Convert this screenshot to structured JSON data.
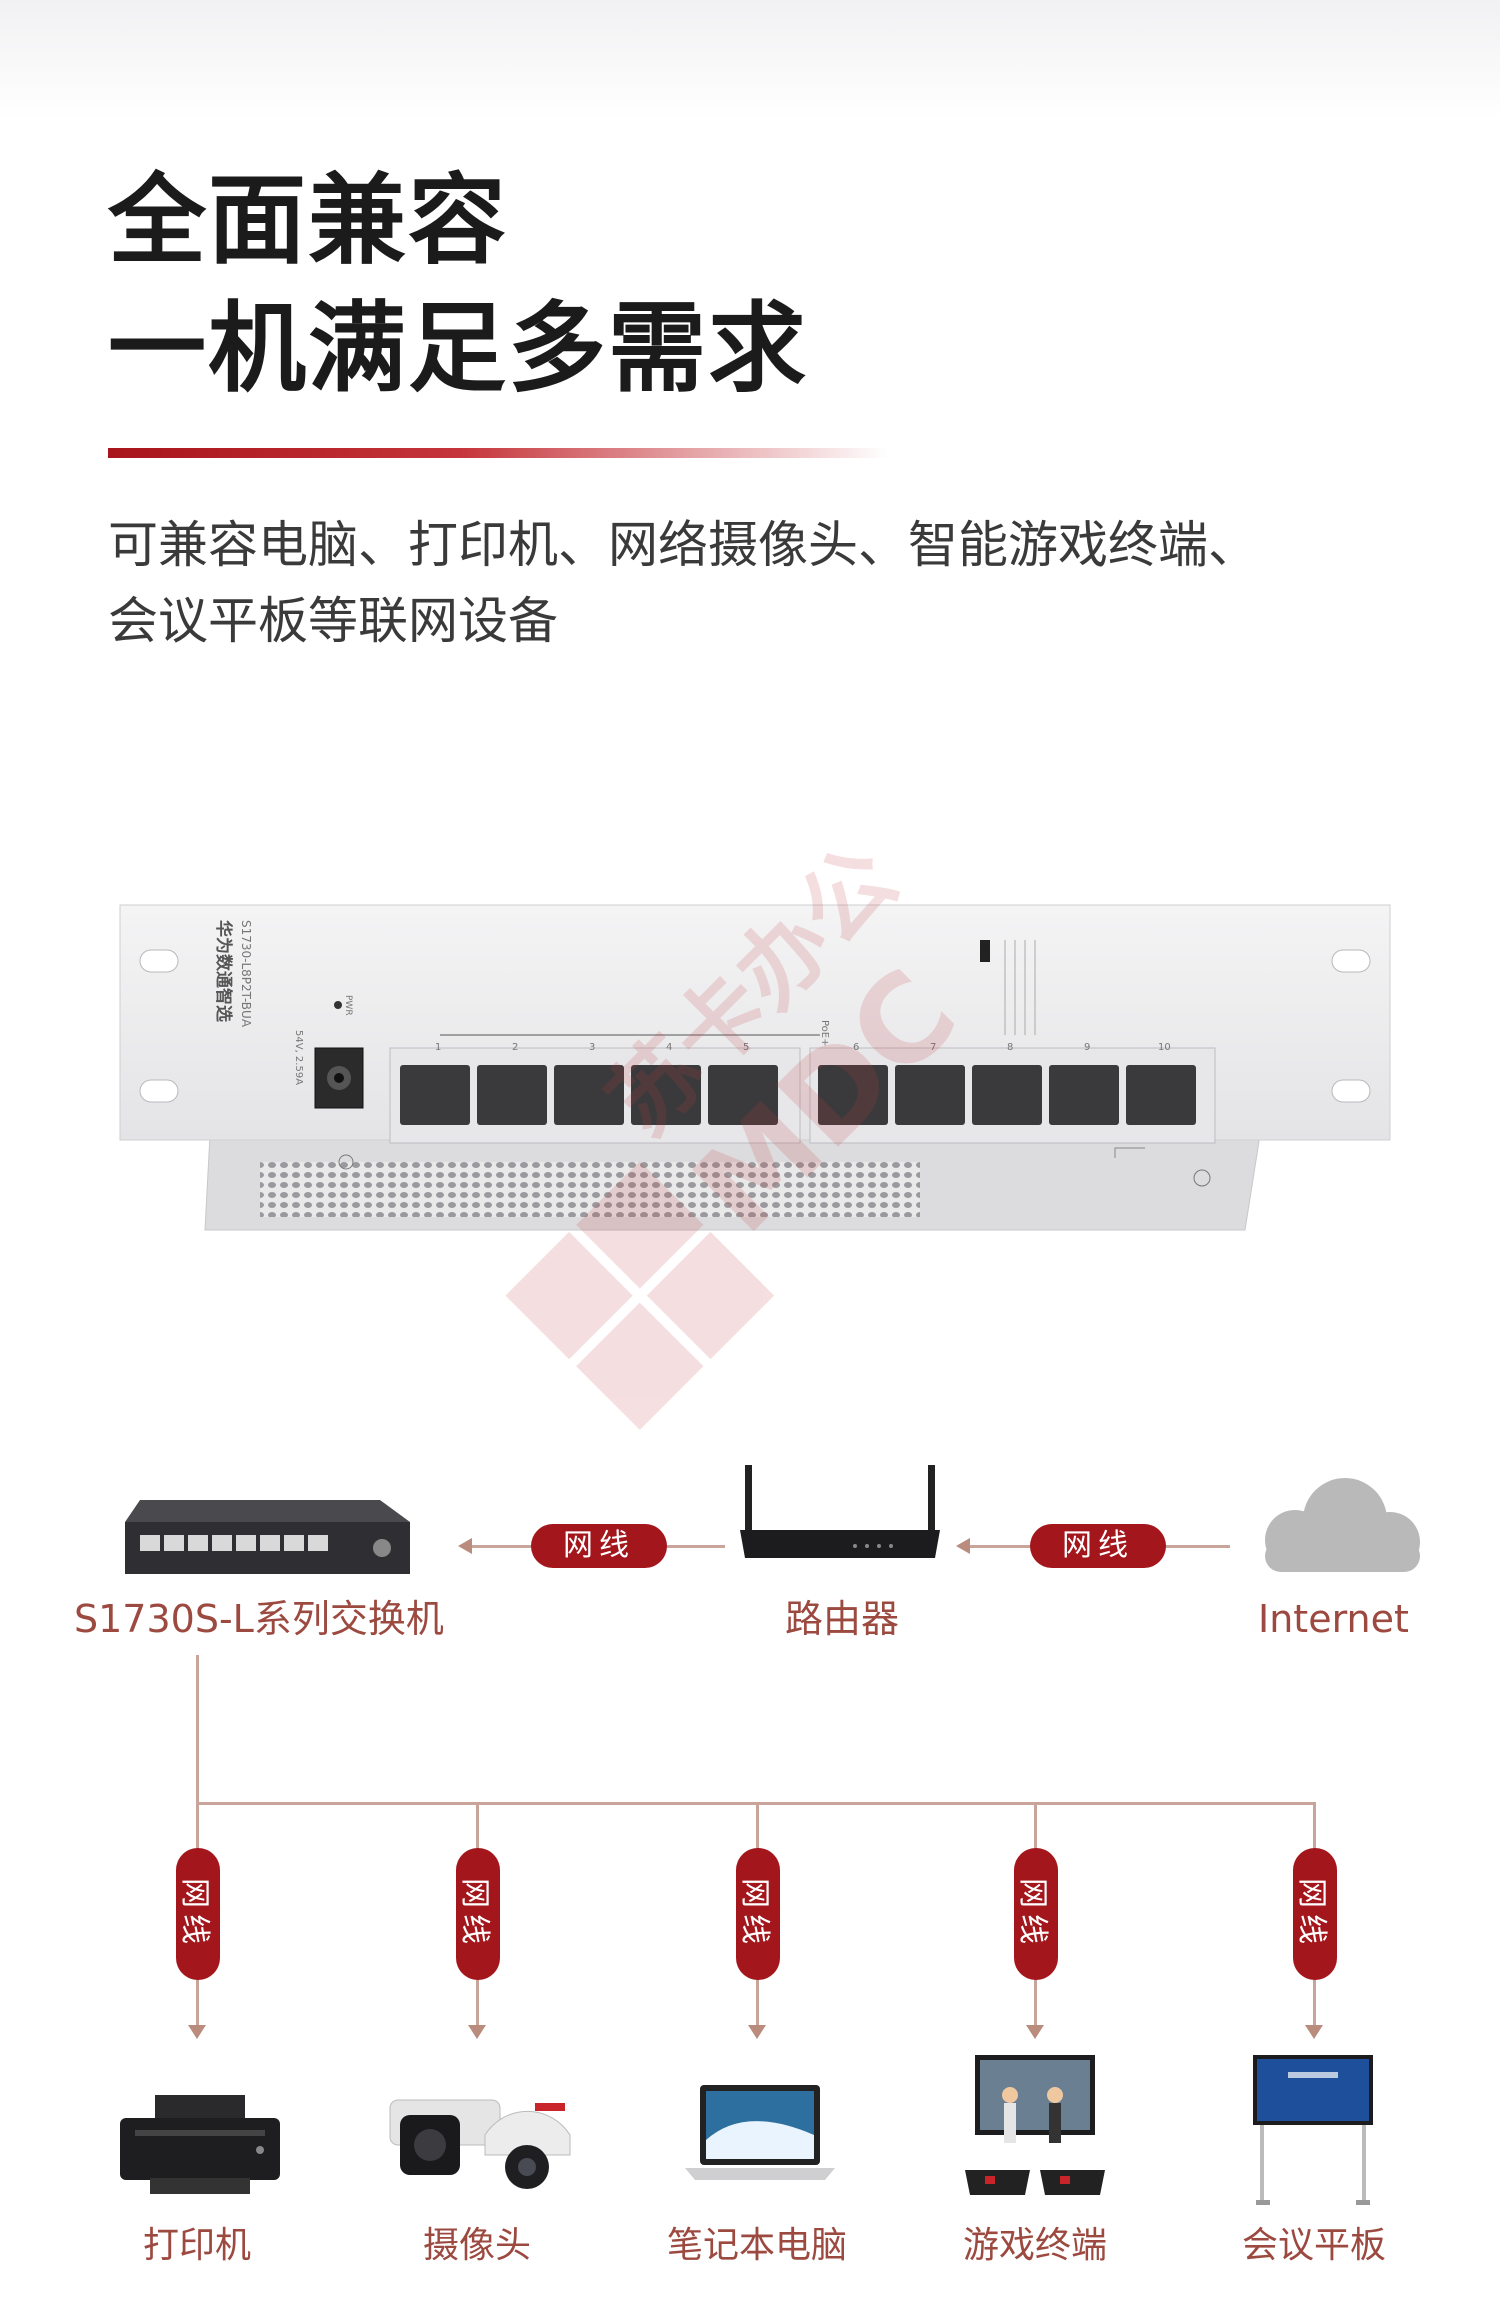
{
  "heading": {
    "line1": "全面兼容",
    "line2": "一机满足多需求"
  },
  "description": {
    "line1": "可兼容电脑、打印机、网络摄像头、智能游戏终端、",
    "line2": "会议平板等联网设备"
  },
  "product": {
    "brand_text": "华为数通智选",
    "model_text": "S1730-L8P2T-BUA",
    "power_label": "54V, 2.59A",
    "pwr_label": "PWR",
    "poe_label": "PoE+",
    "port_numbers": [
      "1",
      "2",
      "3",
      "4",
      "5",
      "6",
      "7",
      "8",
      "9",
      "10"
    ]
  },
  "watermark": {
    "text": "MDC",
    "text2": "苏卡办公"
  },
  "topology": {
    "switch_label": "S1730S-L系列交换机",
    "router_label": "路由器",
    "internet_label": "Internet",
    "cable_label": "网线",
    "cable_label_2": "网线",
    "devices": [
      {
        "label": "打印机",
        "icon": "printer-icon",
        "cable": "网线"
      },
      {
        "label": "摄像头",
        "icon": "camera-icon",
        "cable": "网线"
      },
      {
        "label": "笔记本电脑",
        "icon": "laptop-icon",
        "cable": "网线"
      },
      {
        "label": "游戏终端",
        "icon": "game-terminal-icon",
        "cable": "网线"
      },
      {
        "label": "会议平板",
        "icon": "meeting-panel-icon",
        "cable": "网线"
      }
    ]
  },
  "colors": {
    "accent_red": "#a3161c",
    "label_brown": "#9c4940",
    "line_tan": "#c8a49a"
  }
}
